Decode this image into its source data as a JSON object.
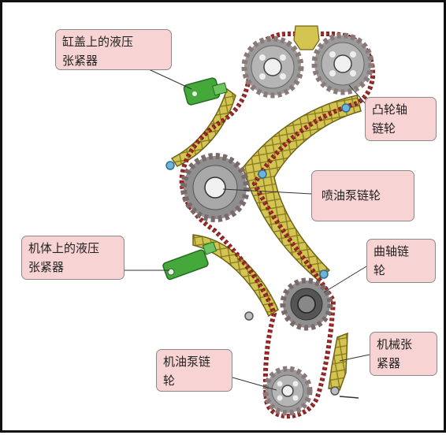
{
  "labels": {
    "cyl_head_tensioner": [
      "缸盖上的液压",
      "张紧器"
    ],
    "camshaft_sprocket": [
      "凸轮轴",
      "链轮"
    ],
    "injection_pump_sprocket": [
      "喷油泵链轮"
    ],
    "block_tensioner": [
      "机体上的液压",
      "张紧器"
    ],
    "crankshaft_sprocket": [
      "曲轴链",
      "轮"
    ],
    "mechanical_tensioner": [
      "机械张",
      "紧器"
    ],
    "oil_pump_sprocket": [
      "机油泵链",
      "轮"
    ]
  },
  "colors": {
    "chain": "#8a2323",
    "guide": "#c9b84a",
    "gear": "#9a9a9a",
    "tensioner": "#44a83a",
    "callout_fill": "#f7d3d3",
    "callout_border": "#8a8a8a"
  }
}
